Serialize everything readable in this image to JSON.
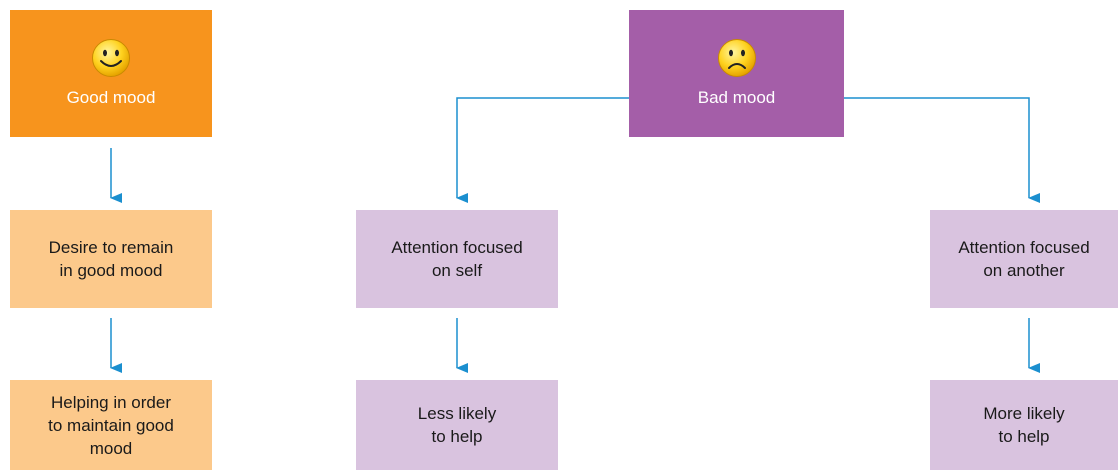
{
  "colors": {
    "good_dark": "#f7941d",
    "good_light": "#fcc98b",
    "bad_dark": "#a45ea8",
    "bad_light": "#d9c3df",
    "arrow": "#1b8fcf"
  },
  "good": {
    "icon": "smiley-face-icon",
    "title": "Good mood",
    "step1": "Desire to remain\nin good mood",
    "step2": "Helping in order\nto maintain good\nmood"
  },
  "bad": {
    "icon": "sad-face-icon",
    "title": "Bad mood",
    "left_step1": "Attention focused\non self",
    "left_step2": "Less likely\nto help",
    "right_step1": "Attention focused\non another",
    "right_step2": "More likely\nto help"
  }
}
